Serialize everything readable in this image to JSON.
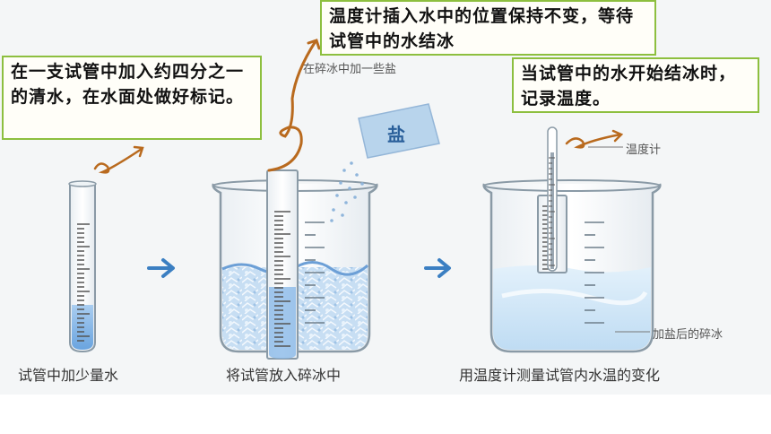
{
  "callouts": {
    "step1": "在一支试管中加入约四分之一的清水，在水面处做好标记。",
    "step2": "温度计插入水中的位置保持不变，等待试管中的水结冰",
    "step3": "当试管中的水开始结冰时，记录温度。"
  },
  "labels": {
    "salt_note": "在碎冰中加一些盐",
    "salt_packet": "盐",
    "thermometer": "温度计",
    "salted_ice": "加盐后的碎冰"
  },
  "captions": {
    "step1": "试管中加少量水",
    "step2": "将试管放入碎冰中",
    "step3": "用温度计测量试管内水温的变化"
  },
  "colors": {
    "callout_border": "#8dbf3f",
    "arrow_orange": "#b96a1e",
    "step_arrow": "#3b7fc2",
    "water_blue": "#7fb3e6",
    "ice_blue": "#bcd8f0"
  },
  "icons": {
    "step_arrow_1": "right-arrow-icon",
    "step_arrow_2": "right-arrow-icon"
  }
}
